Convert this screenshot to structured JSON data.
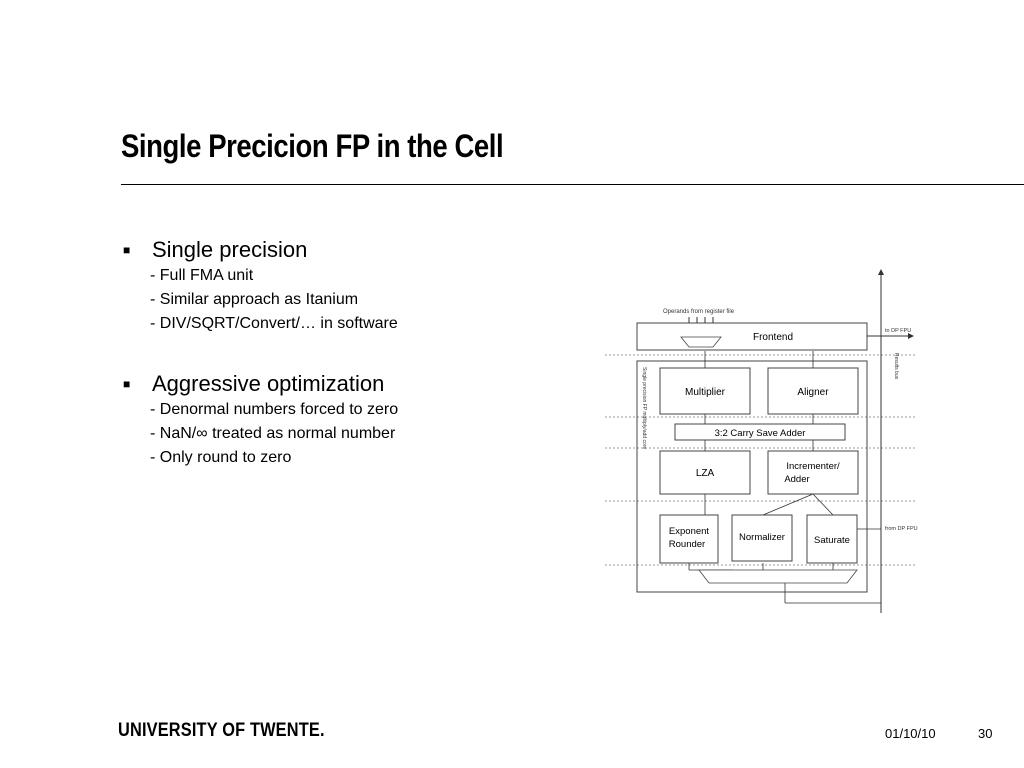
{
  "slide": {
    "title": "Single Precicion FP in the Cell",
    "bullets": [
      {
        "heading": "Single precision",
        "lines": [
          "- Full FMA unit",
          "- Similar approach as Itanium",
          "- DIV/SQRT/Convert/… in software"
        ]
      },
      {
        "heading": "Aggressive optimization",
        "lines": [
          "- Denormal numbers forced to zero",
          "- NaN/∞ treated as normal number",
          "- Only round to zero"
        ]
      }
    ]
  },
  "diagram": {
    "operands_label": "Operands from register file",
    "frontend": "Frontend",
    "to_dp_fpu": "to DP FPU",
    "results_bus": "Results bus",
    "core_label": "Single precision FP multiply/add core",
    "multiplier": "Multiplier",
    "aligner": "Aligner",
    "carry_save_adder": "3:2 Carry Save Adder",
    "lza": "LZA",
    "incrementer_line1": "Incrementer/",
    "incrementer_line2": "Adder",
    "exponent_line1": "Exponent",
    "exponent_line2": "Rounder",
    "normalizer": "Normalizer",
    "saturate": "Saturate",
    "from_dp_fpu": "from DP FPU"
  },
  "footer": {
    "university": "UNIVERSITY OF TWENTE.",
    "date": "01/10/10",
    "page": "30"
  }
}
